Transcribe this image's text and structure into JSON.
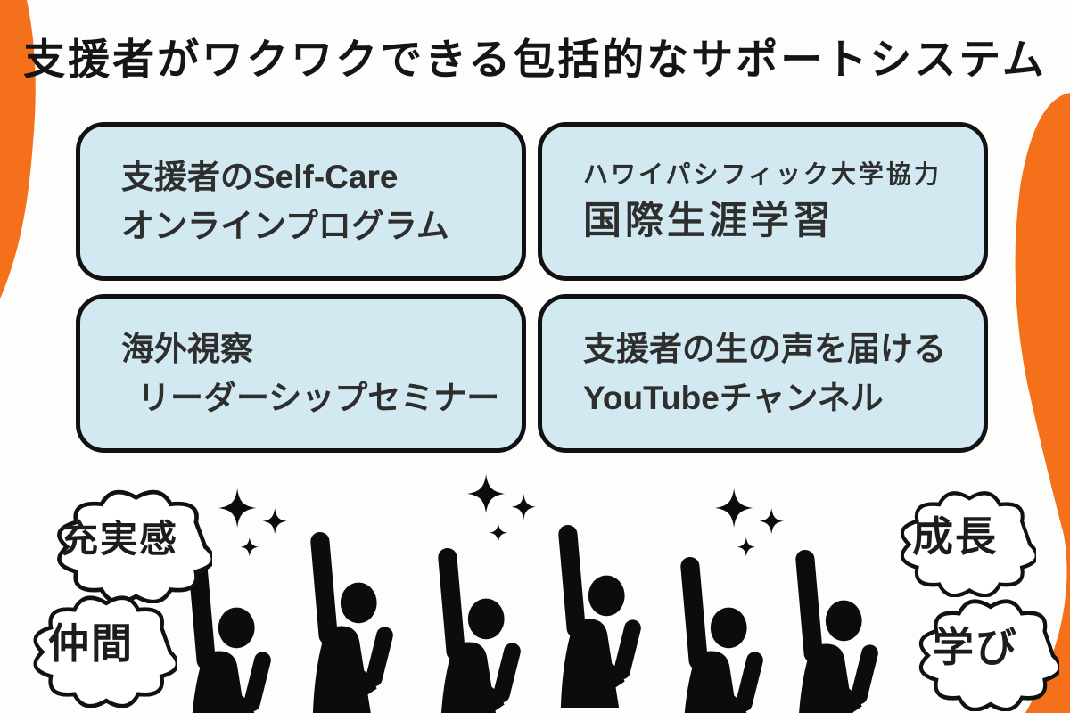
{
  "title": "支援者がワクワクできる包括的なサポートシステム",
  "cards": [
    {
      "id": "self-care-program",
      "lines": [
        {
          "text": "支援者のSelf-Care"
        },
        {
          "text": "オンラインプログラム"
        }
      ]
    },
    {
      "id": "international-lifelong-learning",
      "lines": [
        {
          "text": "ハワイパシフィック大学協力"
        },
        {
          "text": "国際生涯学習"
        }
      ]
    },
    {
      "id": "overseas-leadership",
      "lines": [
        {
          "text": "海外視察"
        },
        {
          "text": "リーダーシップセミナー"
        }
      ]
    },
    {
      "id": "youtube-channel",
      "lines": [
        {
          "text": "支援者の生の声を届ける"
        },
        {
          "text": "YouTubeチャンネル"
        }
      ]
    }
  ],
  "clouds": [
    {
      "id": "fulfillment",
      "label": "充実感"
    },
    {
      "id": "companions",
      "label": "仲間"
    },
    {
      "id": "growth",
      "label": "成長"
    },
    {
      "id": "learning",
      "label": "学び"
    }
  ],
  "icons": {
    "figure": "person-raising-hand-silhouette",
    "figure_count": 6,
    "sparkle": "four-point-sparkle",
    "sparkle_clusters": 3
  },
  "colors": {
    "accent_orange": "#F4701A",
    "card_blue": "#D2E9F1",
    "ink": "#111111",
    "text": "#2E2E2E",
    "background": "#FDFDFB"
  }
}
